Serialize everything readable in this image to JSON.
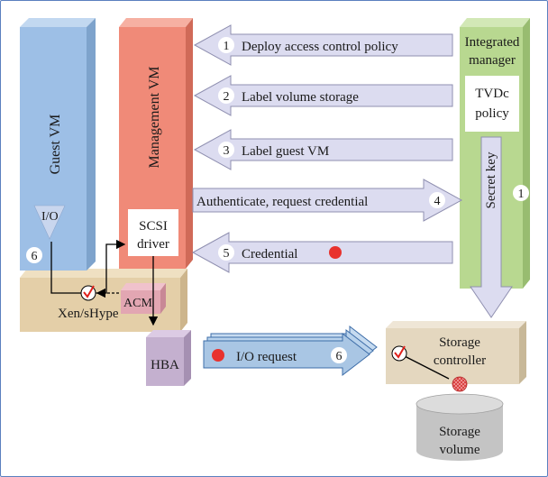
{
  "diagram": {
    "guest_vm": {
      "label": "Guest VM",
      "io_label": "I/O",
      "step": "6"
    },
    "management_vm": {
      "label": "Management VM",
      "scsi_line1": "SCSI",
      "scsi_line2": "driver"
    },
    "hypervisor": {
      "label": "Xen/sHype",
      "acm_label": "ACM"
    },
    "hba": {
      "label": "HBA"
    },
    "integrated_manager": {
      "title_line1": "Integrated",
      "title_line2": "manager",
      "policy_line1": "TVDc",
      "policy_line2": "policy",
      "secret_key": "Secret key",
      "step": "1"
    },
    "arrows": [
      {
        "step": "1",
        "text": "Deploy access control policy"
      },
      {
        "step": "2",
        "text": "Label volume storage"
      },
      {
        "step": "3",
        "text": "Label guest VM"
      },
      {
        "step": "4",
        "text": "Authenticate, request credential"
      },
      {
        "step": "5",
        "text": "Credential"
      }
    ],
    "io_request": {
      "text": "I/O request",
      "step": "6"
    },
    "storage_controller": {
      "line1": "Storage",
      "line2": "controller"
    },
    "storage_volume": {
      "line1": "Storage",
      "line2": "volume"
    }
  },
  "colors": {
    "guest_vm": "#9dbfe6",
    "management_vm": "#f08a78",
    "integrated_manager": "#b8d890",
    "hypervisor": "#e4cfa8",
    "acm": "#e2a6b2",
    "hba": "#c4b0cf",
    "arrow_fill": "#dcdcf0",
    "io_request": "#a9c6e4",
    "storage_controller": "#e4d7bf",
    "storage_volume": "#c8c8c8",
    "credential_dot": "#e8322e",
    "check_mark": "#e0201a"
  }
}
